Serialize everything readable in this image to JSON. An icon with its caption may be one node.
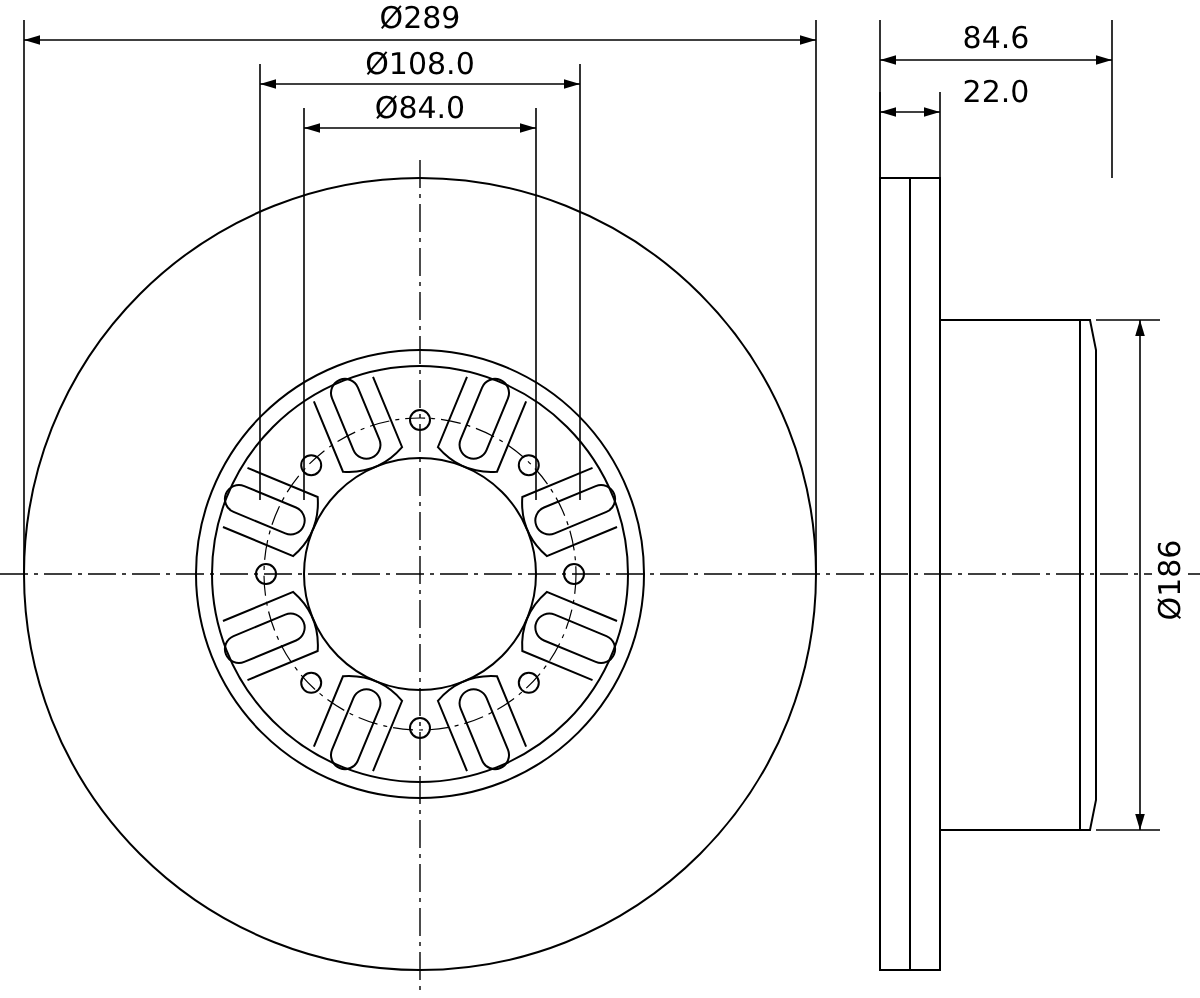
{
  "diagram": {
    "labels": [
      "Ø289",
      "Ø108.0",
      "Ø84.0",
      "84.6",
      "22.0",
      "Ø186"
    ]
  }
}
